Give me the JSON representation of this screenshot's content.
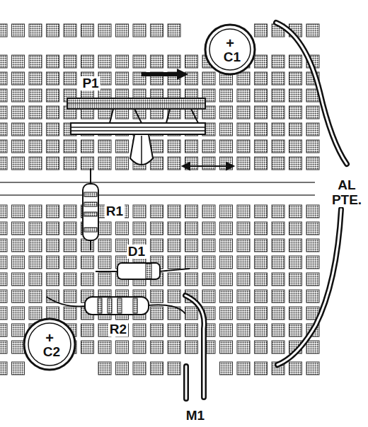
{
  "diagram": {
    "nodes": [
      {
        "text": [
          "+",
          "C1"
        ]
      },
      {
        "text": [
          "+",
          "C2"
        ]
      }
    ],
    "labels": [
      "P1",
      "R1",
      "D1",
      "R2",
      "M1",
      "AL",
      "PTE."
    ]
  }
}
